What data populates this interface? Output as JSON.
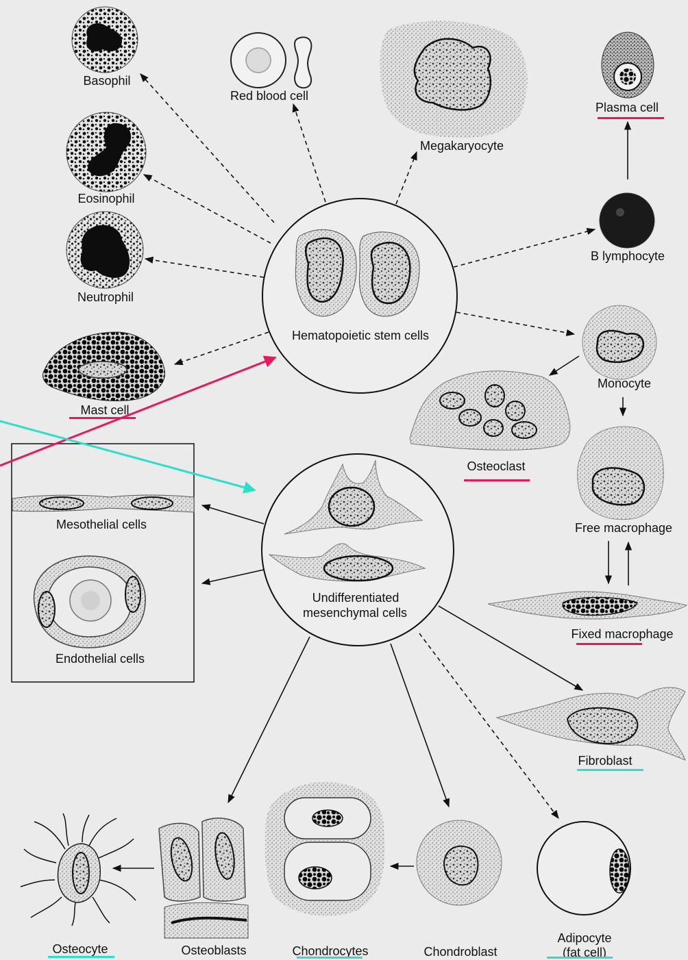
{
  "labels": {
    "basophil": "Basophil",
    "red_blood_cell": "Red blood cell",
    "megakaryocyte": "Megakaryocyte",
    "plasma_cell": "Plasma cell",
    "eosinophil": "Eosinophil",
    "b_lymphocyte": "B lymphocyte",
    "neutrophil": "Neutrophil",
    "hematopoietic": "Hematopoietic stem cells",
    "mast_cell": "Mast cell",
    "monocyte": "Monocyte",
    "osteoclast": "Osteoclast",
    "free_macrophage": "Free macrophage",
    "mesothelial": "Mesothelial cells",
    "undiff_line1": "Undifferentiated",
    "undiff_line2": "mesenchymal cells",
    "endothelial": "Endothelial cells",
    "fixed_macrophage": "Fixed macrophage",
    "fibroblast": "Fibroblast",
    "osteocyte": "Osteocyte",
    "osteoblasts": "Osteoblasts",
    "chondrocytes": "Chondrocytes",
    "chondroblast": "Chondroblast",
    "adipocyte_line1": "Adipocyte",
    "adipocyte_line2": "(fat cell)"
  },
  "colors": {
    "annotation_pink": "#e8185e",
    "annotation_cyan": "#2be0c8"
  }
}
